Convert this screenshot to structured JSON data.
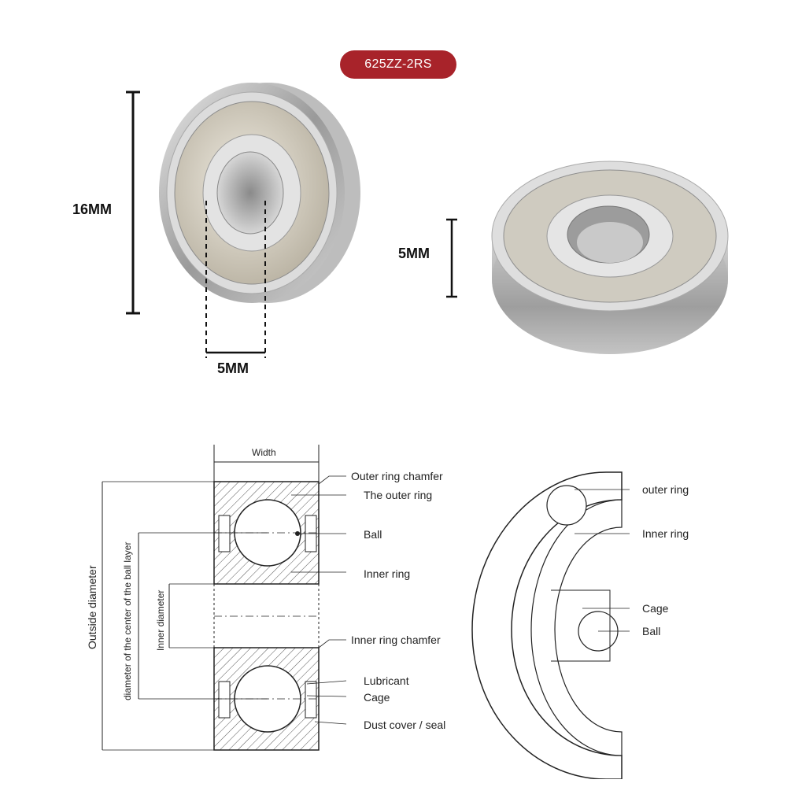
{
  "badge": "625ZZ-2RS",
  "dimensions": {
    "outer_diameter": "16MM",
    "width_front": "5MM",
    "width_side": "5MM"
  },
  "cross_section": {
    "width": "Width",
    "outside_diameter": "Outside diameter",
    "ball_layer_diameter": "diameter of the center of the ball layer",
    "inner_diameter": "Inner diameter",
    "labels": {
      "outer_ring_chamfer": "Outer ring chamfer",
      "the_outer_ring": "The outer ring",
      "ball": "Ball",
      "inner_ring": "Inner ring",
      "inner_ring_chamfer": "Inner ring chamfer",
      "lubricant": "Lubricant",
      "cage": "Cage",
      "dust_cover": "Dust cover / seal"
    }
  },
  "cutaway": {
    "outer_ring": "outer ring",
    "inner_ring": "Inner ring",
    "cage": "Cage",
    "ball": "Ball"
  }
}
